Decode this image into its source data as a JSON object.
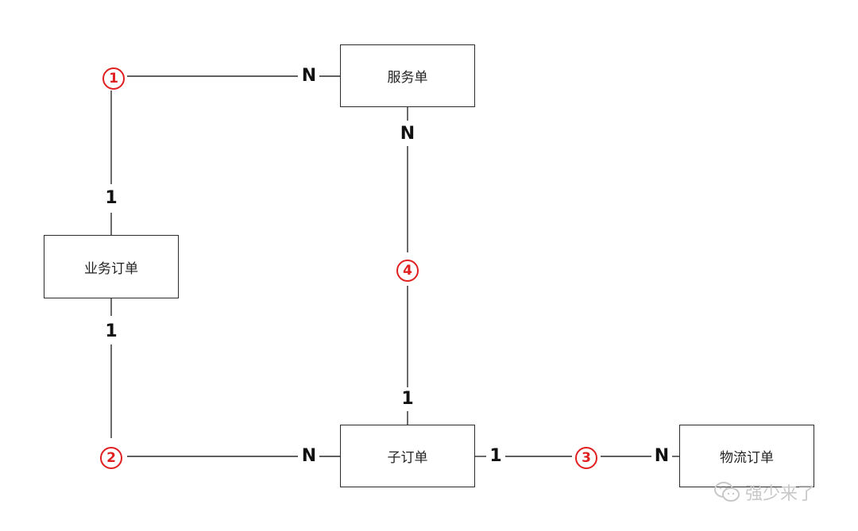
{
  "entities": {
    "service_order": "服务单",
    "business_order": "业务订单",
    "sub_order": "子订单",
    "logistics_order": "物流订单"
  },
  "relationships": [
    {
      "marker": "1",
      "from_entity": "业务订单",
      "from_card": "1",
      "to_entity": "服务单",
      "to_card": "N"
    },
    {
      "marker": "2",
      "from_entity": "业务订单",
      "from_card": "1",
      "to_entity": "子订单",
      "to_card": "N"
    },
    {
      "marker": "3",
      "from_entity": "子订单",
      "from_card": "1",
      "to_entity": "物流订单",
      "to_card": "N"
    },
    {
      "marker": "4",
      "from_entity": "子订单",
      "from_card": "1",
      "to_entity": "服务单",
      "to_card": "N"
    }
  ],
  "cardinality": {
    "r1_service": "N",
    "r1_business": "1",
    "r2_business": "1",
    "r2_sub": "N",
    "r3_sub": "1",
    "r3_logistics": "N",
    "r4_service": "N",
    "r4_sub": "1"
  },
  "markers": {
    "m1": "1",
    "m2": "2",
    "m3": "3",
    "m4": "4"
  },
  "watermark": {
    "text": "强少来了",
    "icon": "wechat-icon"
  },
  "colors": {
    "marker": "#e02020",
    "line": "#2b2b2b",
    "watermark": "#c8c8c8"
  }
}
